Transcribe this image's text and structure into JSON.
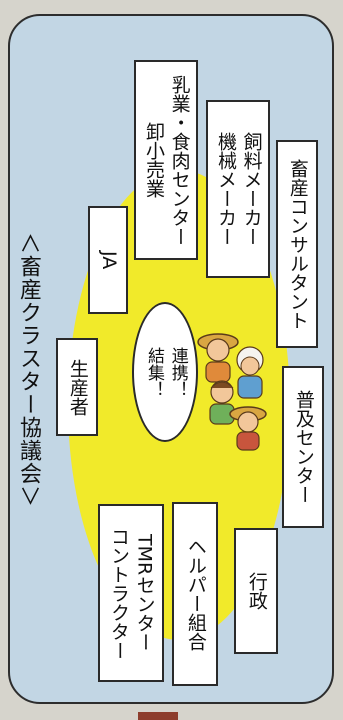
{
  "title": "＜畜産クラスター協議会＞",
  "bubble": "連携！\n結集！",
  "boxes": {
    "dairy_meat": "乳業・食肉センター\n卸小売業",
    "feed_machinery": "飼料メーカー\n機械メーカー",
    "consultant": "畜産コンサルタント",
    "ja": "JA",
    "producer": "生産者",
    "extension": "普及センター",
    "tmr": "TMRセンター\nコントラクター",
    "helper": "ヘルパー組合",
    "government": "行政"
  },
  "colors": {
    "frame": "#c2d6e4",
    "oval": "#f1ea2a",
    "box": "#ffffff",
    "border": "#2a2a2a"
  },
  "icons": [
    "farmers-group-illustration"
  ]
}
